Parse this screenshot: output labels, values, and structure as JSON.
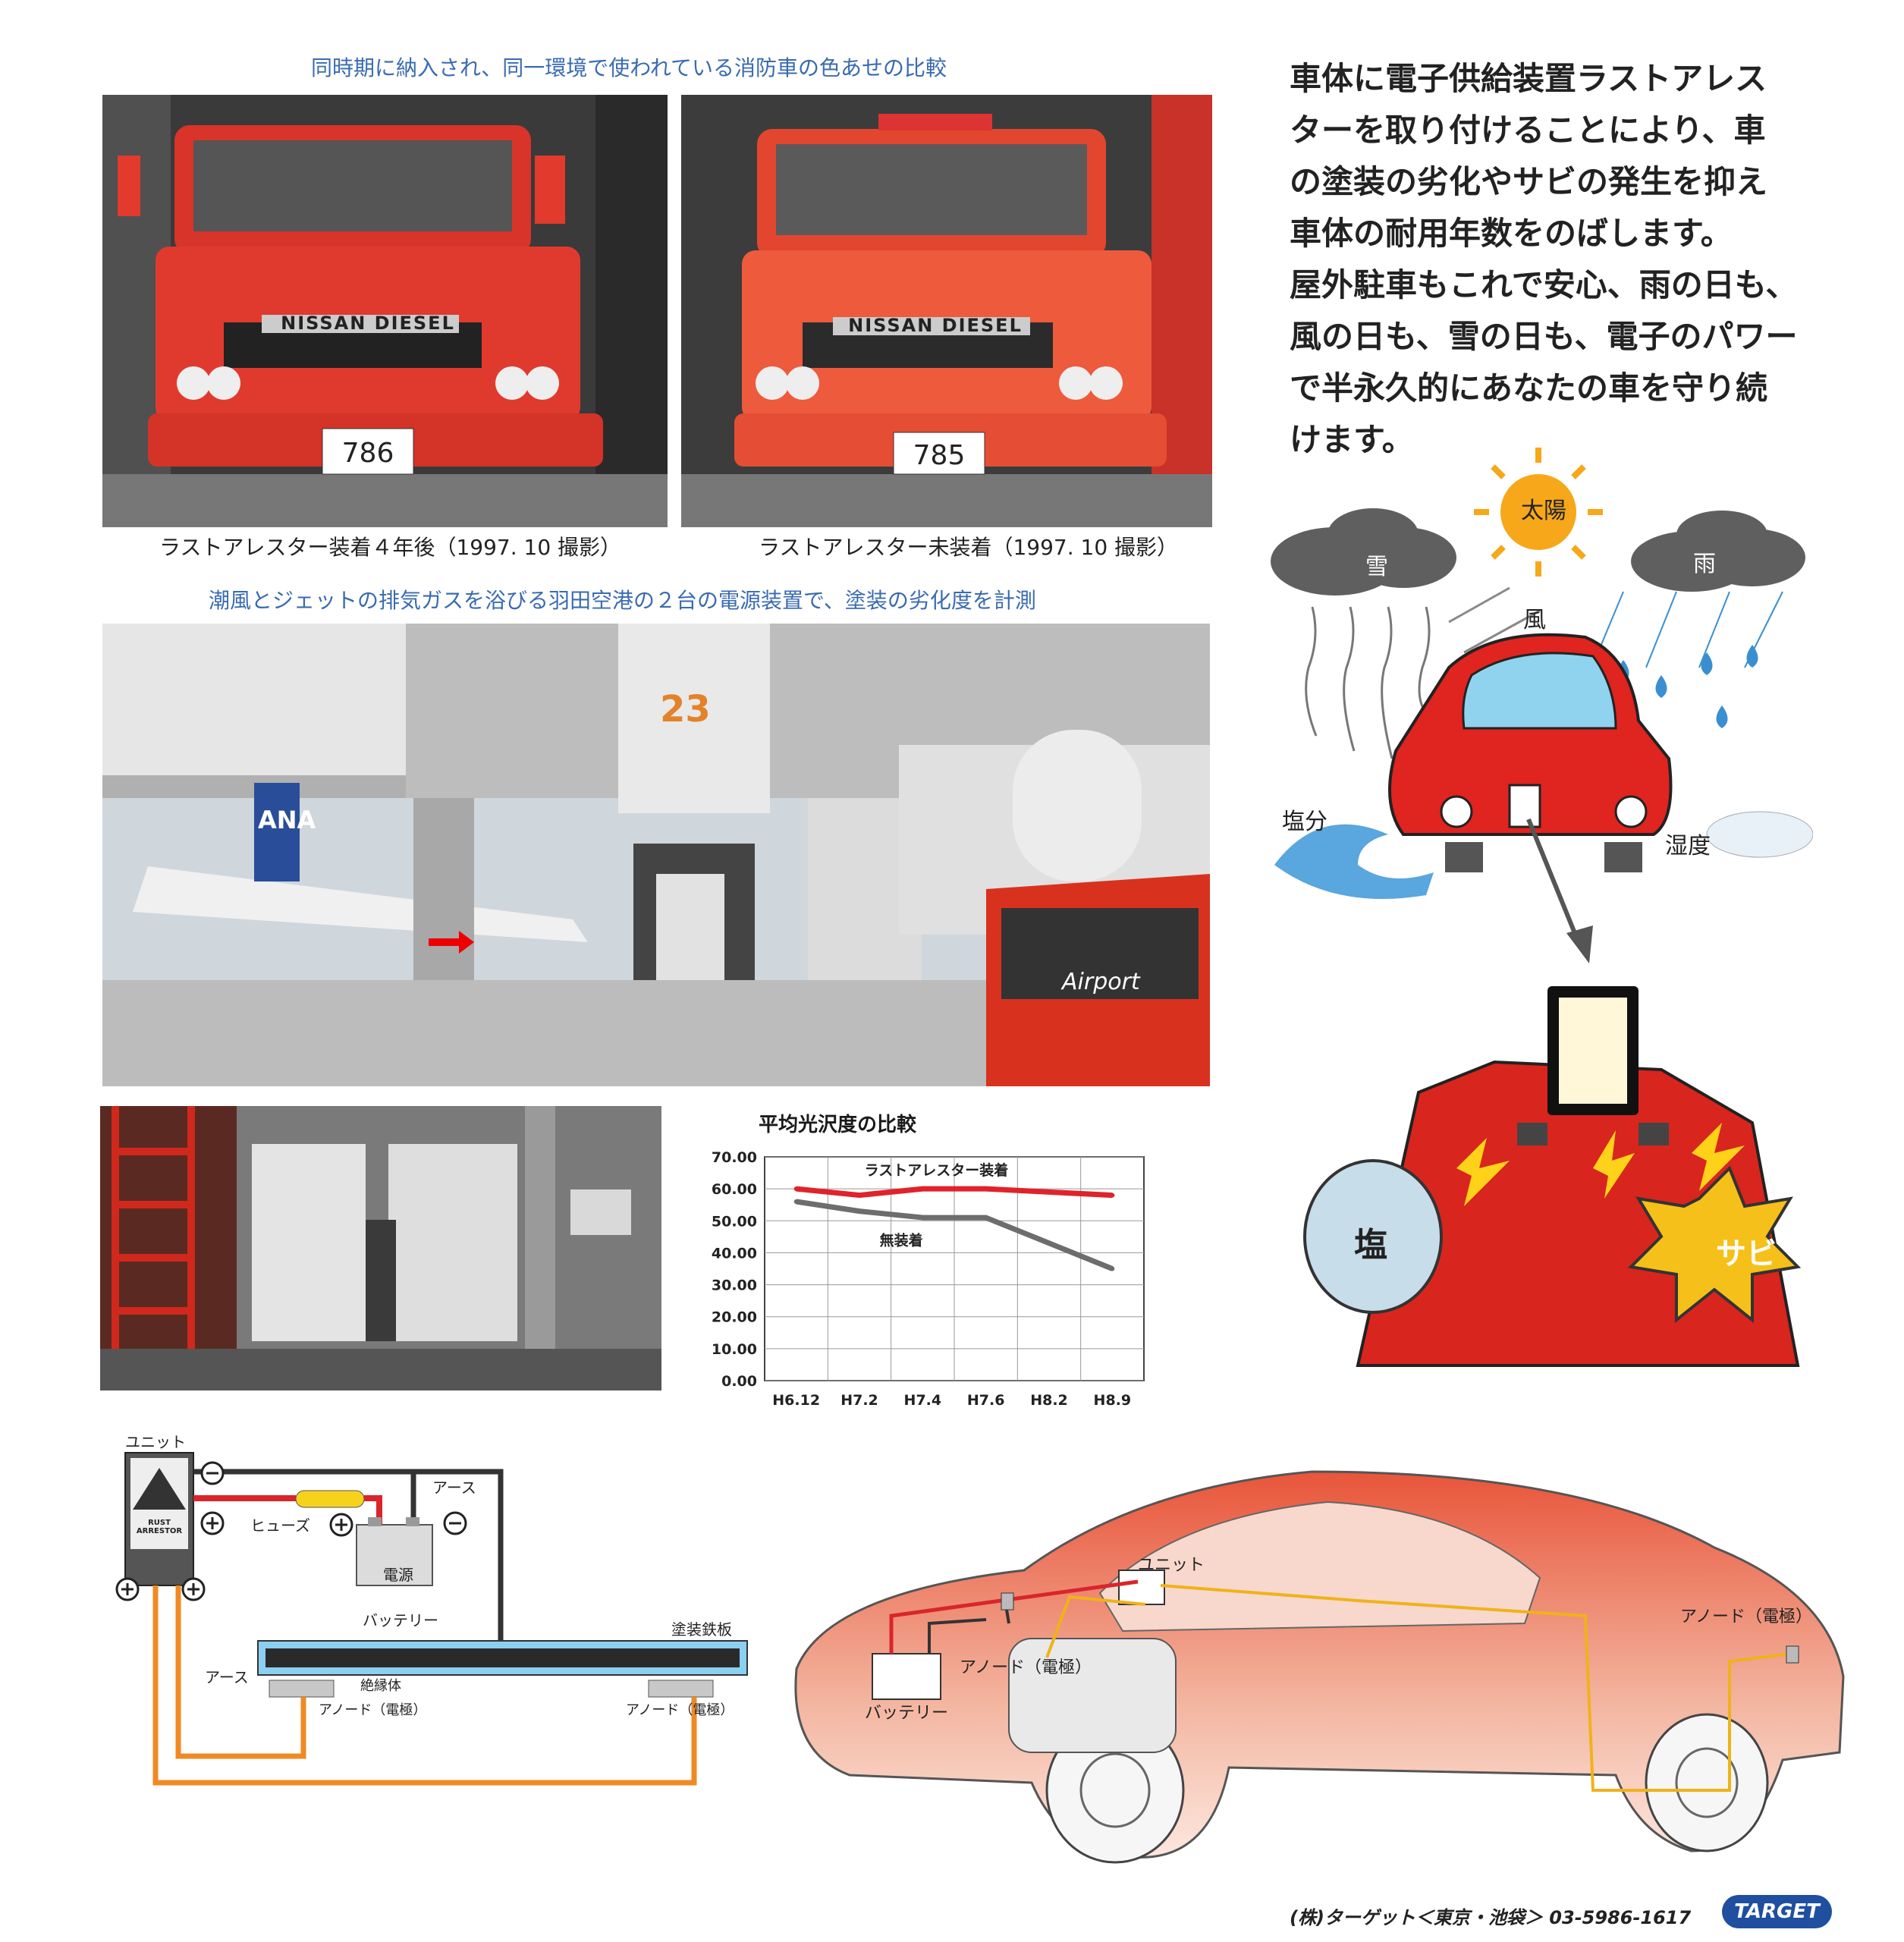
{
  "top_caption": "同時期に納入され、同一環境で使われている消防車の色あせの比較",
  "truck_left": {
    "plate": "786",
    "brand": "NISSAN DIESEL",
    "caption": "ラストアレスター装着４年後（1997. 10 撮影）"
  },
  "truck_right": {
    "plate": "785",
    "brand": "NISSAN DIESEL",
    "caption": "ラストアレスター未装着（1997. 10 撮影）"
  },
  "airport_caption": "潮風とジェットの排気ガスを浴びる羽田空港の２台の電源装置で、塗装の劣化度を計測",
  "airport_photo": {
    "gate_number": "23",
    "bus_text": "Airport",
    "plane_text": "ANA"
  },
  "headline_lines": [
    "車体に電子供給装置ラストアレス",
    "ターを取り付けることにより、車",
    "の塗装の劣化やサビの発生を抑え",
    "車体の耐用年数をのばします。",
    "屋外駐車もこれで安心、雨の日も、",
    "風の日も、雪の日も、電子のパワー",
    "で半永久的にあなたの車を守り続",
    "けます。"
  ],
  "illustration": {
    "sun": "太陽",
    "snow": "雪",
    "rain": "雨",
    "wind": "風",
    "salt": "塩分",
    "humidity": "湿度",
    "salt_char": "塩",
    "rust_char": "サビ"
  },
  "wiring": {
    "unit": "ユニット",
    "fuse": "ヒューズ",
    "earth_top": "アース",
    "power": "電源",
    "battery": "バッテリー",
    "painted_plate": "塗装鉄板",
    "earth_left": "アース",
    "insulator": "絶縁体",
    "anode_left": "アノード（電極）",
    "anode_right": "アノード（電極）",
    "unit_logo": "RUST ARRESTOR"
  },
  "car_diagram": {
    "unit": "ユニット",
    "anode_front": "アノード（電極）",
    "battery": "バッテリー",
    "anode_rear": "アノード（電極）"
  },
  "footer": {
    "company": "(株)ターゲット＜東京・池袋＞ 03-5986-1617",
    "logo": "TARGET"
  },
  "chart_data": {
    "type": "line",
    "title": "平均光沢度の比較",
    "categories": [
      "H6.12",
      "H7.2",
      "H7.4",
      "H7.6",
      "H8.2",
      "H8.9"
    ],
    "ylim": [
      0,
      70
    ],
    "yticks": [
      "0.00",
      "10.00",
      "20.00",
      "30.00",
      "40.00",
      "50.00",
      "60.00",
      "70.00"
    ],
    "grid": true,
    "series": [
      {
        "name": "ラストアレスター装着",
        "values": [
          60,
          58,
          60,
          60,
          59,
          58
        ],
        "color": "#e0232a"
      },
      {
        "name": "無装着",
        "values": [
          56,
          53,
          51,
          51,
          43,
          35
        ],
        "color": "#6d6d6d"
      }
    ]
  },
  "colors": {
    "accent_blue": "#3a6bb0",
    "fire_red": "#e23a2c",
    "wire_red": "#d9252b",
    "wire_orange": "#ef8a22",
    "wire_yellow": "#f0b21a"
  }
}
